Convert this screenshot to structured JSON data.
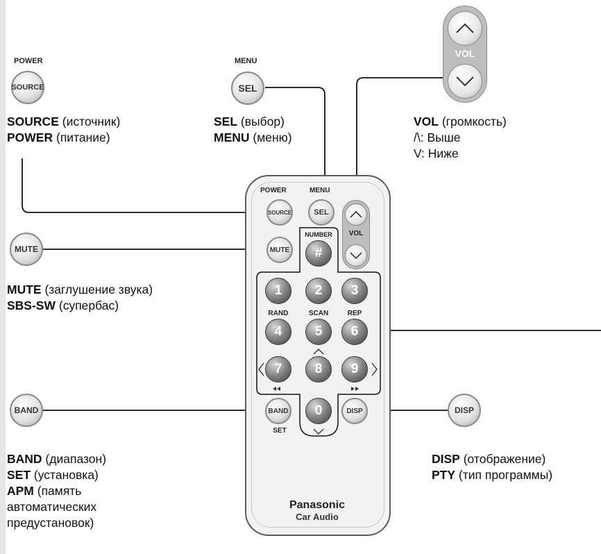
{
  "callouts": {
    "source": {
      "cap": "POWER",
      "btn": "SOURCE",
      "lines": [
        [
          "SOURCE",
          " (источник)"
        ],
        [
          "POWER",
          " (питание)"
        ]
      ]
    },
    "sel": {
      "cap": "MENU",
      "btn": "SEL",
      "lines": [
        [
          "SEL",
          " (выбор)"
        ],
        [
          "MENU",
          " (меню)"
        ]
      ]
    },
    "vol": {
      "btn": "VOL",
      "lines": [
        [
          "VOL",
          " (громкость)"
        ],
        [
          "",
          "/\\: Выше"
        ],
        [
          "",
          "V: Ниже"
        ]
      ]
    },
    "mute": {
      "btn": "MUTE",
      "lines": [
        [
          "MUTE",
          " (заглушение звука)"
        ],
        [
          "SBS-SW",
          " (супербас)"
        ]
      ]
    },
    "band": {
      "btn": "BAND",
      "lines": [
        [
          "BAND",
          " (диапазон)"
        ],
        [
          "SET",
          " (установка)"
        ],
        [
          "APM",
          " (память"
        ],
        [
          "",
          "автоматических"
        ],
        [
          "",
          "предустановок)"
        ]
      ]
    },
    "disp": {
      "btn": "DISP",
      "lines": [
        [
          "DISP",
          " (отображение)"
        ],
        [
          "PTY",
          " (тип программы)"
        ]
      ]
    }
  },
  "remote": {
    "power": "POWER",
    "menu": "MENU",
    "source": "SOURCE",
    "sel": "SEL",
    "vol": "VOL",
    "number": "NUMBER",
    "hash": "#",
    "mute": "MUTE",
    "digits": [
      "1",
      "2",
      "3",
      "4",
      "5",
      "6",
      "7",
      "8",
      "9",
      "0"
    ],
    "rand": "RAND",
    "scan": "SCAN",
    "rep": "REP",
    "band": "BAND",
    "set": "SET",
    "disp": "DISP",
    "brand": "Panasonic",
    "subbrand": "Car Audio"
  },
  "colors": {
    "accent_dark": "#3c3c3c",
    "line": "#111111"
  },
  "icons": [
    "chevron-up-icon",
    "chevron-down-icon",
    "chevron-left-icon",
    "chevron-right-icon",
    "rewind-icon",
    "fast-forward-icon"
  ]
}
